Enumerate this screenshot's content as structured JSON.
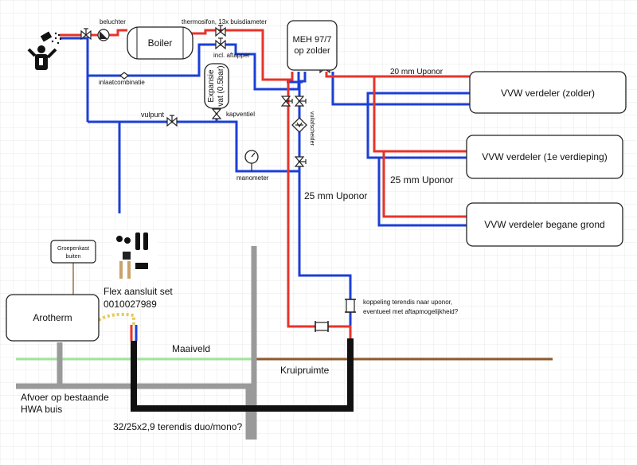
{
  "components": {
    "boiler": "Boiler",
    "meh_line1": "MEH 97/7",
    "meh_line2": "op zolder",
    "expansion_line1": "Expansie",
    "expansion_line2": "vat (0.5bar)",
    "arotherm": "Arotherm",
    "groepenkast_line1": "Groepenkast",
    "groepenkast_line2": "buiten",
    "vvw_zolder": "VVW verdeler (zolder)",
    "vvw_1e": "VVW verdeler (1e verdieping)",
    "vvw_begane": "VVW verdeler begane grond"
  },
  "labels": {
    "beluchter": "beluchter",
    "thermosifon": "thermosifon, 13x buisdiameter",
    "incl_aftapper": "incl. aftapper",
    "inlaatcombinatie": "inlaatcombinatie",
    "vulpunt": "vulpunt",
    "kapventiel": "kapventiel",
    "manometer": "manometer",
    "vuilafscheider": "vuilafscheider",
    "uponor_20": "20 mm Uponor",
    "uponor_25a": "25 mm Uponor",
    "uponor_25b": "25 mm Uponor",
    "flex_line1": "Flex aansluit set",
    "flex_line2": "0010027989",
    "koppeling_line1": "koppeling terendis naar uponor,",
    "koppeling_line2": "eventueel met aftapmogelijkheid?",
    "maaiveld": "Maaiveld",
    "kruipruimte": "Kruipruimte",
    "afvoer_line1": "Afvoer op bestaande",
    "afvoer_line2": "HWA buis",
    "terendis": "32/25x2,9 terendis duo/mono?"
  },
  "colors": {
    "hot": "#e8332a",
    "cold": "#1c3fd6",
    "black_pipe": "#111111",
    "grey_pipe": "#9a9a9a",
    "ground": "#9fe39a",
    "crawlspace": "#8b5a2b",
    "flex_hose": "#e8c95a",
    "grid": "#e9e9e9"
  },
  "icons": [
    "shower-icon",
    "valve-icon",
    "pump-icon",
    "manometer-icon",
    "strainer-icon",
    "coupling-icon",
    "flex-kit-icon"
  ]
}
